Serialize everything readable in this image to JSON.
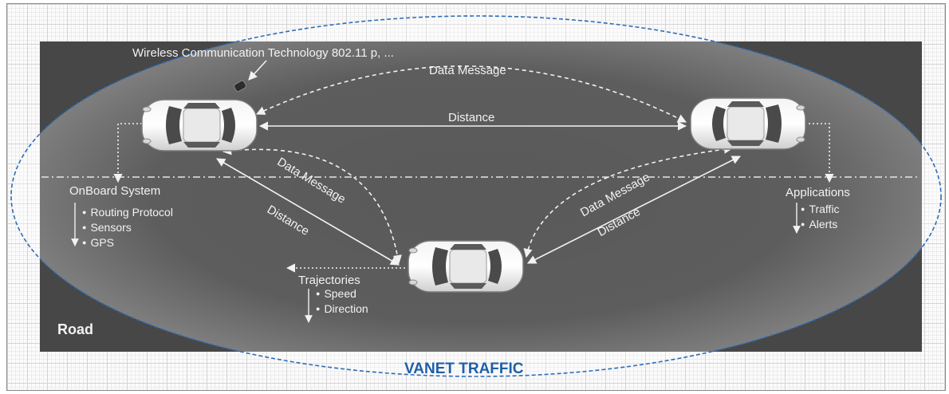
{
  "title": "VANET TRAFFIC",
  "road_label": "Road",
  "wireless_label": "Wireless Communication Technology 802.11 p, ...",
  "links": {
    "top_message": "Data Message",
    "top_distance": "Distance",
    "left_message": "Data Message",
    "left_distance": "Distance",
    "right_message": "Data Message",
    "right_distance": "Distance"
  },
  "onboard": {
    "title": "OnBoard System",
    "items": [
      "Routing Protocol",
      "Sensors",
      "GPS"
    ]
  },
  "applications": {
    "title": "Applications",
    "items": [
      "Traffic",
      "Alerts"
    ]
  },
  "trajectories": {
    "title": "Trajectories",
    "items": [
      "Speed",
      "Direction"
    ]
  },
  "colors": {
    "road": "#474747",
    "boundary": "#2f6db5",
    "title": "#1f5fa8"
  }
}
